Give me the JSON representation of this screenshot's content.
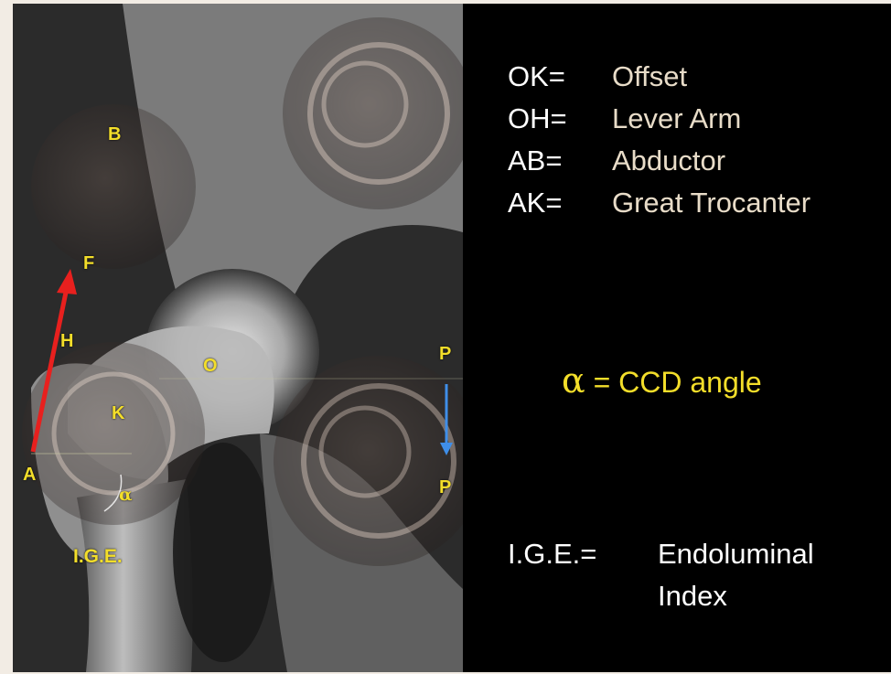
{
  "xray_labels": {
    "b": "B",
    "f": "F",
    "h": "H",
    "o": "O",
    "k": "K",
    "a": "A",
    "alpha": "α",
    "ige": "I.G.E.",
    "p_top": "P",
    "p_bottom": "P"
  },
  "legend": [
    {
      "abbr": "OK=",
      "desc": "Offset"
    },
    {
      "abbr": "OH=",
      "desc": "Lever Arm"
    },
    {
      "abbr": "AB=",
      "desc": "Abductor"
    },
    {
      "abbr": "AK=",
      "desc": "Great Trocanter"
    }
  ],
  "ccd": {
    "symbol": "α",
    "text": "= CCD angle"
  },
  "ige_def": {
    "abbr": "I.G.E.=",
    "line1": "Endoluminal",
    "line2": "Index"
  },
  "colors": {
    "label_yellow": "#f3de2a",
    "arrow_red": "#e8201e",
    "arrow_blue": "#3f8ee8",
    "background": "#000000"
  }
}
